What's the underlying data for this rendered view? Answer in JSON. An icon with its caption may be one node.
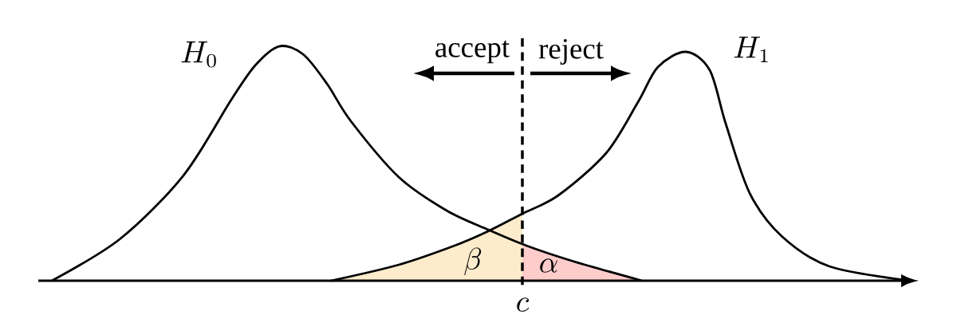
{
  "diagram": {
    "labels": [
      "H_0",
      "accept",
      "reject",
      "H_1",
      "\\beta",
      "\\alpha",
      "c"
    ]
  }
}
